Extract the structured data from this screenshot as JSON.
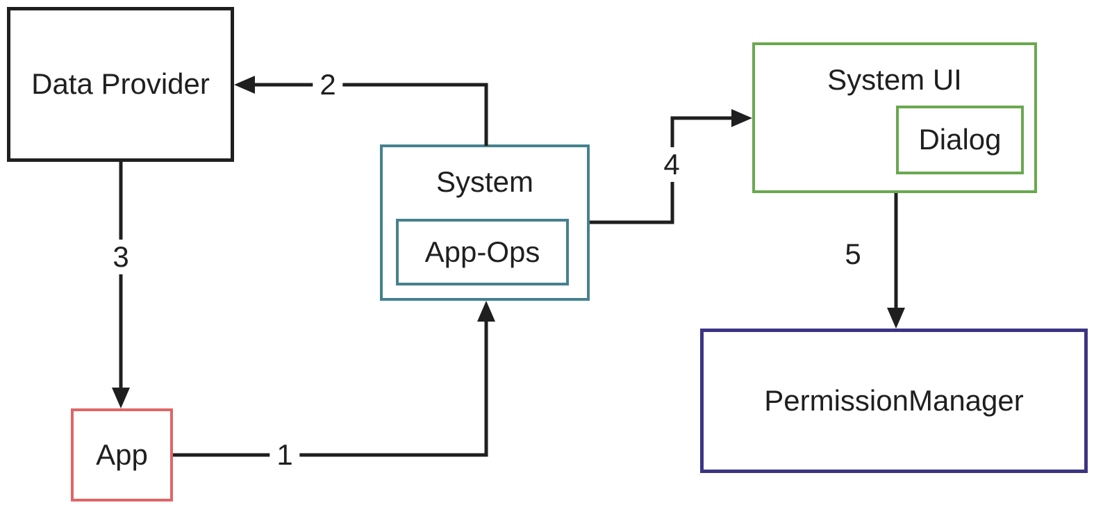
{
  "diagram_type": "flow-diagram",
  "colors": {
    "ink": "#1f1f1f",
    "teal": "#45818e",
    "green": "#6aa84f",
    "red": "#e06666",
    "purple": "#3c3483",
    "bg": "#ffffff"
  },
  "nodes": {
    "data_provider": {
      "label": "Data Provider",
      "border_color": "#1f1f1f"
    },
    "app": {
      "label": "App",
      "border_color": "#e06666"
    },
    "system": {
      "label": "System",
      "border_color": "#45818e"
    },
    "app_ops": {
      "label": "App-Ops",
      "border_color": "#45818e",
      "parent": "system"
    },
    "system_ui": {
      "label": "System UI",
      "border_color": "#6aa84f"
    },
    "dialog": {
      "label": "Dialog",
      "border_color": "#6aa84f",
      "parent": "system_ui"
    },
    "permission_manager": {
      "label": "PermissionManager",
      "border_color": "#3c3483"
    }
  },
  "edges": [
    {
      "label": "1",
      "from": "app",
      "to": "system"
    },
    {
      "label": "2",
      "from": "system",
      "to": "data_provider"
    },
    {
      "label": "3",
      "from": "data_provider",
      "to": "app"
    },
    {
      "label": "4",
      "from": "system",
      "to": "system_ui"
    },
    {
      "label": "5",
      "from": "system_ui",
      "to": "permission_manager"
    }
  ]
}
